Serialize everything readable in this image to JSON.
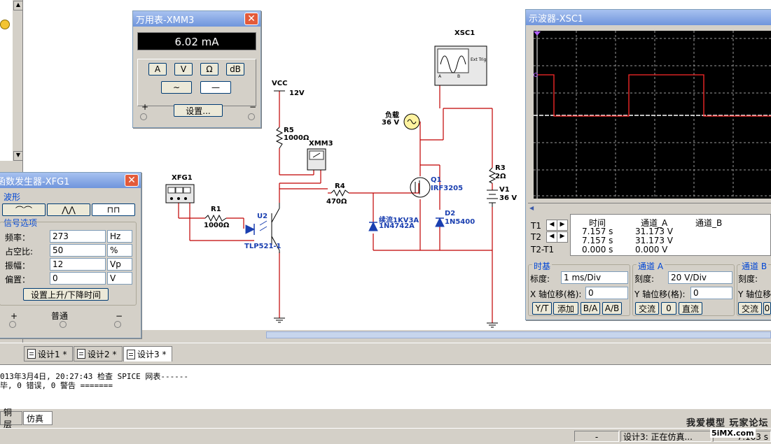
{
  "multimeter": {
    "title": "万用表-XMM3",
    "reading": "6.02 mA",
    "mode_buttons": [
      "A",
      "V",
      "Ω",
      "dB"
    ],
    "settings_label": "设置...",
    "plus": "+",
    "minus": "−"
  },
  "funcgen": {
    "title": "函数发生器-XFG1",
    "waveform_group": "波形",
    "signal_group": "信号选项",
    "params": [
      {
        "label": "频率：",
        "value": "273",
        "unit": "Hz"
      },
      {
        "label": "占空比:",
        "value": "50",
        "unit": "%"
      },
      {
        "label": "振幅：",
        "value": "12",
        "unit": "Vp"
      },
      {
        "label": "偏置：",
        "value": "0",
        "unit": "V"
      }
    ],
    "rise_fall_button": "设置上升/下降时间",
    "plus": "+",
    "common": "普通",
    "minus": "−"
  },
  "scope": {
    "title": "示波器-XSC1",
    "headers": {
      "time": "时间",
      "ch_a": "通道_A",
      "ch_b": "通道_B"
    },
    "rows": [
      {
        "label": "T1",
        "time": "7.157 s",
        "a": "31.173 V",
        "b": ""
      },
      {
        "label": "T2",
        "time": "7.157 s",
        "a": "31.173 V",
        "b": ""
      },
      {
        "label": "T2-T1",
        "time": "0.000 s",
        "a": "0.000 V",
        "b": ""
      }
    ],
    "timebase": {
      "group": "时基",
      "scale_label": "标度:",
      "scale": "1 ms/Div",
      "xpos_label": "X 轴位移(格):",
      "xpos": "0",
      "buttons": [
        "Y/T",
        "添加",
        "B/A",
        "A/B"
      ]
    },
    "channel_a": {
      "group": "通道 A",
      "scale_label": "刻度:",
      "scale": "20  V/Div",
      "ypos_label": "Y 轴位移(格):",
      "ypos": "0",
      "buttons": [
        "交流",
        "0",
        "直流"
      ]
    },
    "channel_b": {
      "group": "通道 B",
      "scale_label": "刻度:",
      "ypos_label": "Y 轴位移(",
      "buttons": [
        "交流",
        "0"
      ]
    }
  },
  "schematic": {
    "xsc1": "XSC1",
    "vcc": "VCC",
    "vcc_val": "12V",
    "r5": "R5",
    "r5_val": "1000Ω",
    "xmm3": "XMM3",
    "xfg1": "XFG1",
    "r1": "R1",
    "r1_val": "1000Ω",
    "u2": "U2",
    "u2_part": "TLP521-1",
    "r4": "R4",
    "r4_val": "470Ω",
    "load": "负载",
    "load_val": "36 V",
    "q1": "Q1",
    "q1_part": "IRF3205",
    "d1_label": "续流1KV3A",
    "d1_part": "1N4742A",
    "d2": "D2",
    "d2_part": "1N5400",
    "r3": "R3",
    "r3_val": "2Ω",
    "v1": "V1",
    "v1_val": "36 V",
    "scope_ext_trig": "Ext Trig",
    "scope_a": "A",
    "scope_b": "B"
  },
  "design_tabs": [
    "设计1 *",
    "设计2 *",
    "设计3 *"
  ],
  "log_lines": [
    "013年3月4日, 20:27:43 检查 SPICE 网表------",
    "毕, 0 错误, 0 警告 ======="
  ],
  "bottom_tabs": [
    "铜层",
    "仿真"
  ],
  "watermark": "我爱模型 玩家论坛",
  "status": {
    "dash": "-",
    "sim": "设计3: 正在仿真...",
    "time": "7.163 s",
    "site": "5iMX.com"
  },
  "colors": {
    "wire": "#c00000",
    "trace": "#ff2a2a",
    "scope_bg": "#000000",
    "title_grad": "#6f95dc"
  }
}
